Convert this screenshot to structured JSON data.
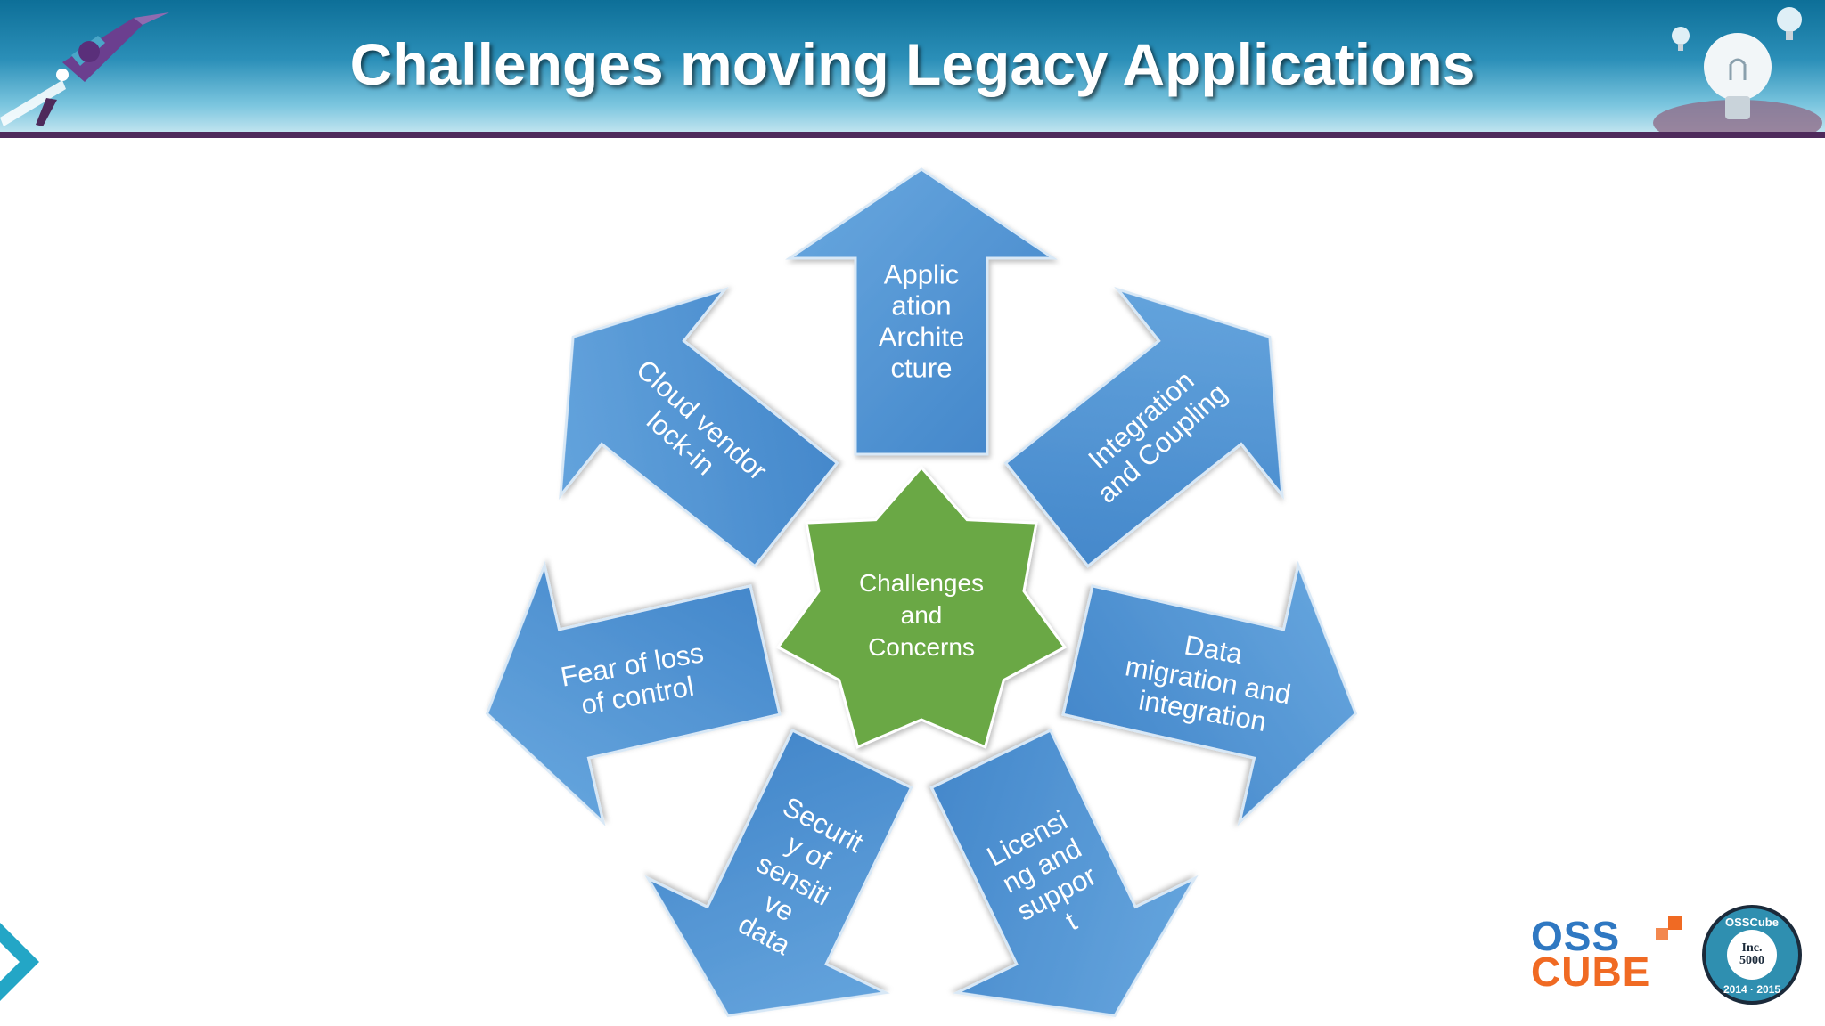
{
  "slide": {
    "title": "Challenges moving Legacy Applications"
  },
  "diagram": {
    "center_label": [
      "Challenges",
      "and",
      "Concerns"
    ],
    "arrows": [
      {
        "label": [
          "Applic",
          "ation",
          "Archite",
          "cture"
        ]
      },
      {
        "label": [
          "Integration",
          "and Coupling"
        ]
      },
      {
        "label": [
          "Data",
          "migration and",
          "integration"
        ]
      },
      {
        "label": [
          "Licensi",
          "ng and",
          "suppor",
          "t"
        ]
      },
      {
        "label": [
          "Securit",
          "y of",
          "sensiti",
          "ve",
          "data"
        ]
      },
      {
        "label": [
          "Fear of loss",
          "of control"
        ]
      },
      {
        "label": [
          "Cloud vendor",
          "lock-in"
        ]
      }
    ]
  },
  "logos": {
    "brand_top": "OSS",
    "brand_bottom": "CUBE",
    "badge_top": "OSSCube",
    "badge_center": "Inc. 5000",
    "badge_bottom": "2014 · 2015"
  },
  "colors": {
    "arrow": "#5b9bd5",
    "star": "#6aa845",
    "header_bar": "#4e2a5b",
    "brand_blue": "#2f78c2",
    "brand_orange": "#f06a23"
  },
  "icons": [
    "rocket-person-icon",
    "lightbulb-icon",
    "next-slide-chevron-icon"
  ]
}
